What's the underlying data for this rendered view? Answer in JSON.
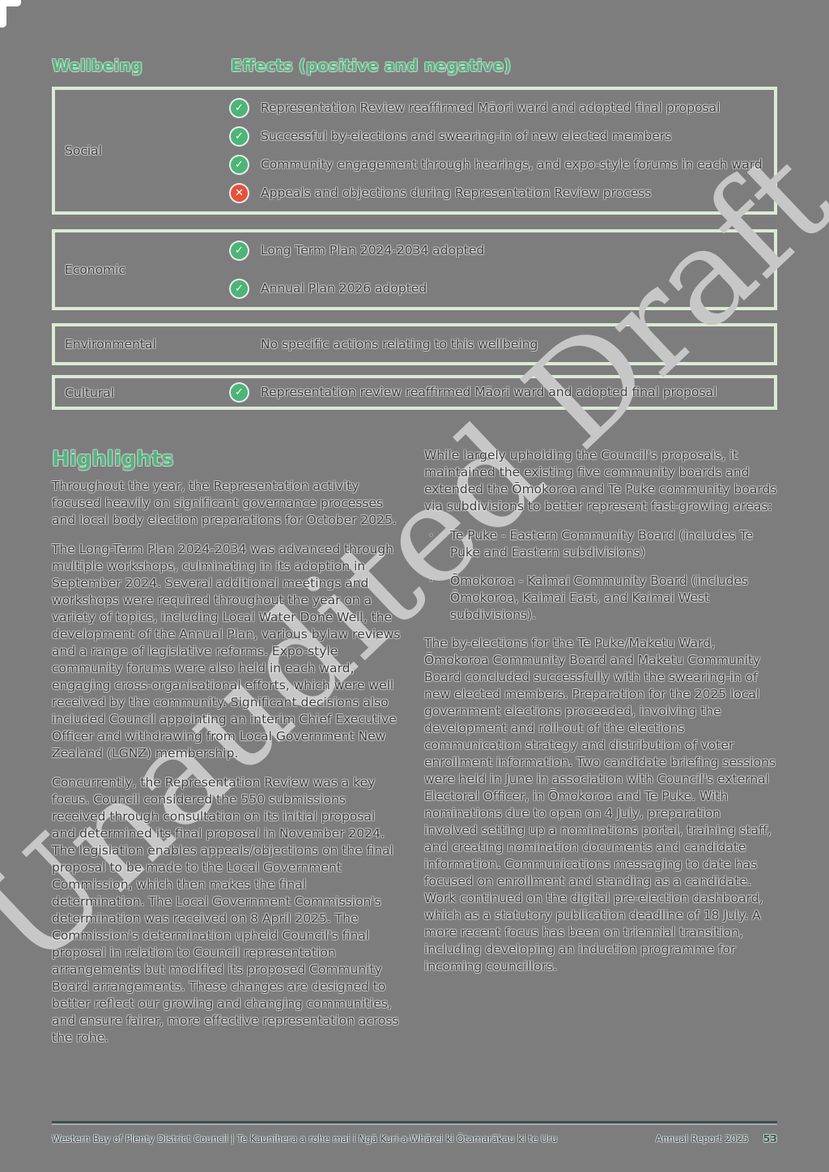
{
  "page": {
    "background_color": "#7d7d7d",
    "accent_green": "#53b57e",
    "check_green": "#4cb578",
    "cross_red": "#e8503a",
    "watermark_text": "Unaudited Draft"
  },
  "icons": {
    "check_glyph": "✓",
    "cross_glyph": "✕"
  },
  "wellbeing_table": {
    "col1_header": "Wellbeing",
    "col2_header": "Effects (positive and negative)",
    "rows": [
      {
        "wellbeing": "Social",
        "effects": [
          {
            "icon": "check",
            "text": "Representation Review reaffirmed Māori ward and adopted final proposal"
          },
          {
            "icon": "check",
            "text": "Successful by-elections and swearing-in of new elected members"
          },
          {
            "icon": "check",
            "text": "Community engagement through hearings, and expo-style forums in each ward"
          },
          {
            "icon": "cross",
            "text": "Appeals and objections during Representation Review process"
          }
        ]
      },
      {
        "wellbeing": "Economic",
        "effects": [
          {
            "icon": "check",
            "text": "Long Term Plan 2024-2034 adopted"
          },
          {
            "icon": "check",
            "text": "Annual Plan 2026 adopted"
          }
        ]
      },
      {
        "wellbeing": "Environmental",
        "effects": [
          {
            "icon": "none",
            "text": "No specific actions relating to this wellbeing"
          }
        ]
      },
      {
        "wellbeing": "Cultural",
        "effects": [
          {
            "icon": "check",
            "text": "Representation review reaffirmed Māori ward and adopted final proposal"
          }
        ]
      }
    ]
  },
  "highlights": {
    "heading": "Highlights",
    "left_paragraphs": [
      "Throughout the year, the Representation activity focused heavily on significant governance processes and local body election preparations for October 2025.",
      "The Long-Term Plan 2024-2034 was advanced through multiple workshops, culminating in its adoption in September 2024. Several additional meetings and workshops were required throughout the year on a variety of topics, including Local Water Done Well, the development of the Annual Plan, various bylaw reviews and a range of legislative reforms. Expo-style community forums were also held in each ward, engaging cross-organisational efforts, which were well received by the community. Significant decisions also included Council appointing an interim Chief Executive Officer and withdrawing from Local Government New Zealand (LGNZ) membership.",
      "Concurrently, the Representation Review was a key focus. Council considered the 550 submissions received through consultation on its initial proposal and determined its final proposal in November 2024. The legislation enables appeals/objections on the final proposal to be made to the Local Government Commission, which then makes the final determination. The Local Government Commission's determination was received on 8 April 2025. The Commission's determination upheld Council's final proposal in relation to Council representation arrangements but modified its proposed Community Board arrangements. These changes are designed to better reflect our growing and changing communities, and ensure fairer, more effective representation across the rohe."
    ],
    "right_intro": "While largely upholding the Council's proposals, it maintained the existing five community boards and extended the Ōmokoroa and Te Puke community boards via subdivisions to better represent fast-growing areas:",
    "bullet_marker": "·",
    "right_bullets": [
      "Te Puke - Eastern Community Board (includes Te Puke and Eastern subdivisions)",
      "Ōmokoroa - Kaimai Community Board (includes Ōmokoroa, Kaimai East, and Kaimai West subdivisions)."
    ],
    "right_paragraphs": [
      "The by-elections for the Te Puke/Maketu Ward, Ōmokoroa Community Board and Maketu Community Board concluded successfully with the swearing-in of new elected members. Preparation for the 2025 local government elections proceeded, involving the development and roll-out of the elections communication strategy and distribution of voter enrollment information. Two candidate briefing sessions were held in June in association with Council's external Electoral Officer, in Ōmokoroa and Te Puke. With nominations due to open on 4 July, preparation involved setting up a nominations portal, training staff, and creating nomination documents and candidate information. Communications messaging to date has focused on enrollment and standing as a candidate. Work continued on the digital pre-election dashboard, which as a statutory publication deadline of 18 July. A more recent focus has been on triennial transition, including developing an induction programme for incoming councillors."
    ]
  },
  "footer": {
    "left_text": "Western Bay of Plenty District Council | Te Kaunihera a rohe mai i Ngā Kuri-a-Whārei ki Ōtamarākau ki te Uru",
    "right_text": "Annual Report 2025",
    "page_number": "53"
  }
}
